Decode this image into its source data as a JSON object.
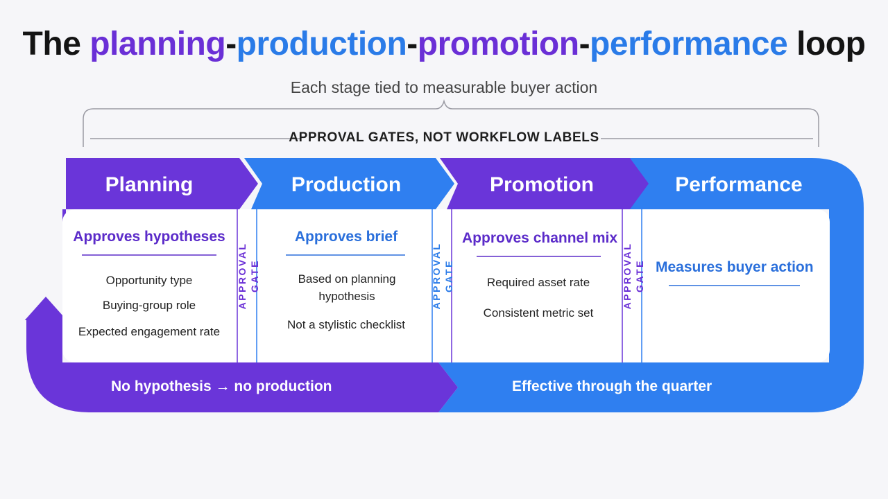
{
  "title": {
    "part1": "The ",
    "planning": "planning",
    "dash1": "-",
    "production": "production",
    "dash2": "-",
    "promotion": "promotion",
    "dash3": "-",
    "performance": "performance",
    "part2": " loop"
  },
  "subtitle": "Each stage tied to measurable buyer action",
  "gates_label": "APPROVAL GATES, NOT WORKFLOW LABELS",
  "stages": [
    {
      "name": "Planning",
      "card_heading": "Approves hypotheses",
      "lines": [
        "Opportunity type",
        "Buying-group role",
        "Expected engagement rate"
      ]
    },
    {
      "name": "Production",
      "card_heading": "Approves brief",
      "lines": [
        "Based on planning hypothesis",
        "Not a stylistic checklist"
      ]
    },
    {
      "name": "Promotion",
      "card_heading": "Approves channel mix",
      "lines": [
        "Required asset rate",
        "Consistent metric set"
      ]
    },
    {
      "name": "Performance",
      "card_heading": "Measures buyer action",
      "lines": []
    }
  ],
  "gate_label": {
    "line1": "APPROVAL",
    "line2": "GATE"
  },
  "bottom": {
    "left_part1": "No hypothesis",
    "arrow": "→",
    "left_part2": "no production",
    "right": "Effective through the quarter"
  },
  "colors": {
    "purple": "#6a35d9",
    "blue": "#2f7ff0",
    "background": "#f6f6f9"
  },
  "icons": [
    "right-arrow-icon",
    "loop-back-arrow-icon"
  ]
}
